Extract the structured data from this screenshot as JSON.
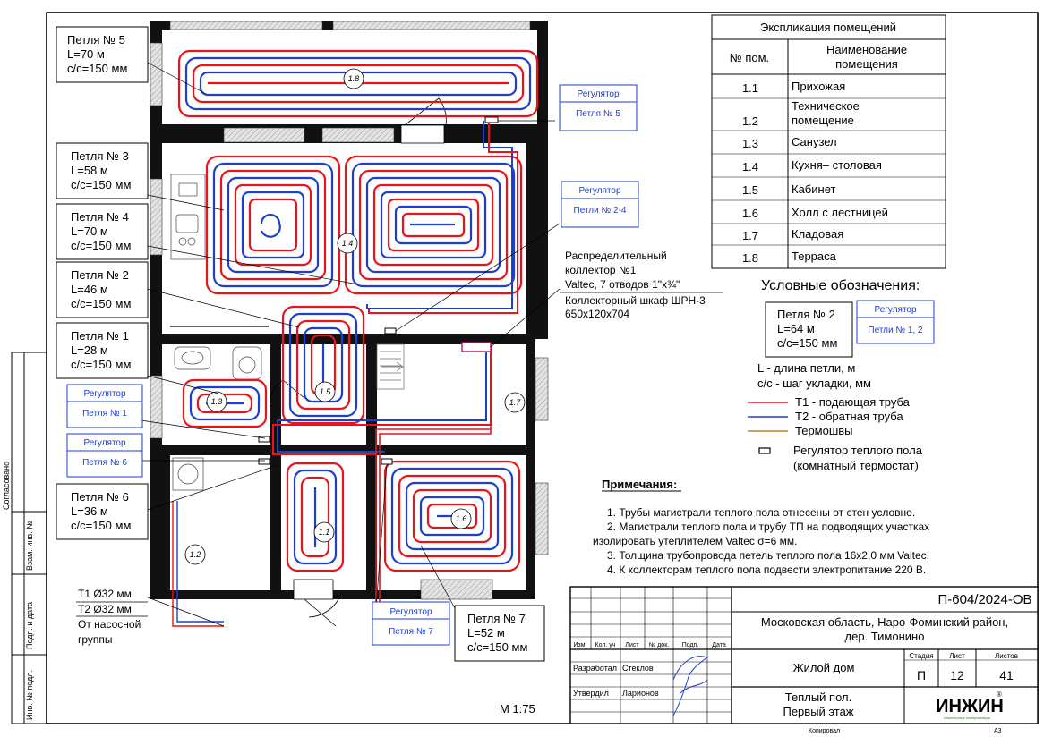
{
  "explication": {
    "title": "Экспликация помещений",
    "col_num": "№ пом.",
    "col_name_1": "Наименование",
    "col_name_2": "помещения",
    "rows": [
      {
        "num": "1.1",
        "name": "Прихожая"
      },
      {
        "num": "1.2",
        "name": "Техническое",
        "name2": "помещение"
      },
      {
        "num": "1.3",
        "name": "Санузел"
      },
      {
        "num": "1.4",
        "name": "Кухня– столовая"
      },
      {
        "num": "1.5",
        "name": "Кабинет"
      },
      {
        "num": "1.6",
        "name": "Холл с лестницей"
      },
      {
        "num": "1.7",
        "name": "Кладовая"
      },
      {
        "num": "1.8",
        "name": "Терраса"
      }
    ]
  },
  "loops": [
    {
      "title": "Петля № 5",
      "length": "L=70 м",
      "step": "с/с=150 мм"
    },
    {
      "title": "Петля № 3",
      "length": "L=58 м",
      "step": "с/с=150 мм"
    },
    {
      "title": "Петля № 4",
      "length": "L=70 м",
      "step": "с/с=150 мм"
    },
    {
      "title": "Петля № 2",
      "length": "L=46 м",
      "step": "с/с=150 мм"
    },
    {
      "title": "Петля № 1",
      "length": "L=28 м",
      "step": "с/с=150 мм"
    },
    {
      "title": "Петля № 6",
      "length": "L=36 м",
      "step": "с/с=150 мм"
    },
    {
      "title": "Петля № 7",
      "length": "L=52 м",
      "step": "с/с=150 мм"
    }
  ],
  "regulators": [
    {
      "title": "Регулятор",
      "loop": "Петля № 5"
    },
    {
      "title": "Регулятор",
      "loop": "Петли № 2-4"
    },
    {
      "title": "Регулятор",
      "loop": "Петля № 1"
    },
    {
      "title": "Регулятор",
      "loop": "Петля № 6"
    },
    {
      "title": "Регулятор",
      "loop": "Петля № 7"
    }
  ],
  "room_tags": [
    "1.8",
    "1.4",
    "1.5",
    "1.3",
    "1.7",
    "1.6",
    "1.1",
    "1.2"
  ],
  "collector": {
    "line1": "Распределительный",
    "line2": "коллектор №1",
    "line3": "Valtec, 7 отводов 1\"x¾\"",
    "line4": "Коллекторный шкаф ШРН-3",
    "line5": "650x120x704"
  },
  "legend": {
    "title": "Условные обозначения:",
    "sample_loop": {
      "title": "Петля № 2",
      "length": "L=64 м",
      "step": "с/с=150 мм"
    },
    "sample_reg": {
      "title": "Регулятор",
      "loop": "Петли № 1, 2"
    },
    "l_def": "L - длина петли, м",
    "cc_def": "с/с - шаг укладки, мм",
    "t1": "T1 - подающая труба",
    "t2": "T2 - обратная труба",
    "tm": "Термошвы",
    "reg1": "Регулятор теплого пола",
    "reg2": "(комнатный термостат)",
    "colors": {
      "supply": "#e8141b",
      "return": "#1d3fd0",
      "joint": "#b8862a"
    }
  },
  "notes": {
    "title": "Примечания:",
    "n1": "1.    Трубы магистрали теплого пола отнесены от стен условно.",
    "n2a": "2.    Магистрали теплого пола и трубу ТП на подводящих участках",
    "n2b": "изолировать утеплителем Valtec σ=6 мм.",
    "n3": "3.    Толщина трубопровода петель теплого пола 16х2,0 мм Valtec.",
    "n4": "4.    К коллекторам теплого пола подвести электропитание 220 В."
  },
  "pipes_label": {
    "t1": "T1 Ø32 мм",
    "t2": "T2 Ø32 мм",
    "src1": "От насосной",
    "src2": "группы"
  },
  "scale": "М 1:75",
  "stamp": {
    "code": "П-604/2024-ОВ",
    "address1": "Московская область, Наро-Фоминский район,",
    "address2": "дер. Тимонино",
    "object": "Жилой дом",
    "stage_h": "Стадия",
    "sheet_h": "Лист",
    "sheets_h": "Листов",
    "stage": "П",
    "sheet": "12",
    "sheets": "41",
    "title1": "Теплый пол.",
    "title2": "Первый этаж",
    "cols": [
      "Изм.",
      "Кол. уч",
      "Лист",
      "№ док.",
      "Подп.",
      "Дата"
    ],
    "developed_l": "Разработал",
    "developed_n": "Стеклов",
    "approved_l": "Утвердил",
    "approved_n": "Ларионов",
    "logo": "ИНЖИН",
    "logo_sub": "Инженерные коммуникации",
    "copied": "Копировал",
    "format": "А3"
  },
  "side": {
    "agreed": "Согласовано",
    "inv_sub": "Взам. инв. №",
    "sign_date": "Подп. и дата",
    "inv_orig": "Инв. № подл."
  }
}
